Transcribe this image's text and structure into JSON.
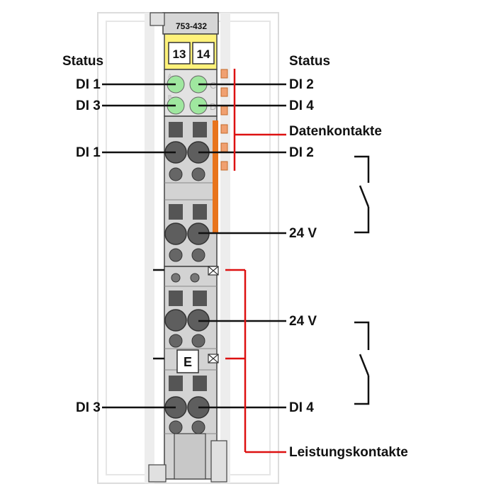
{
  "module": {
    "model": "753-432",
    "channel_left": "13",
    "channel_right": "14",
    "led_letters": [
      "A",
      "C",
      "B",
      "D"
    ],
    "marker": "E"
  },
  "labels": {
    "status_left": "Status",
    "status_right": "Status",
    "di1": "DI 1",
    "di2": "DI 2",
    "di3": "DI 3",
    "di4": "DI 4",
    "datenkontakte": "Datenkontakte",
    "v24": "24 V",
    "leistungskontakte": "Leistungskontakte"
  },
  "colors": {
    "housing": "#d3d3d3",
    "rail": "#ececec",
    "led_green": "#9fe79f",
    "data_contact_orange": "#f0a070",
    "contact_strip": "#e8741c",
    "red_bracket": "#dd1111",
    "marker_yellow": "#fff27a"
  }
}
